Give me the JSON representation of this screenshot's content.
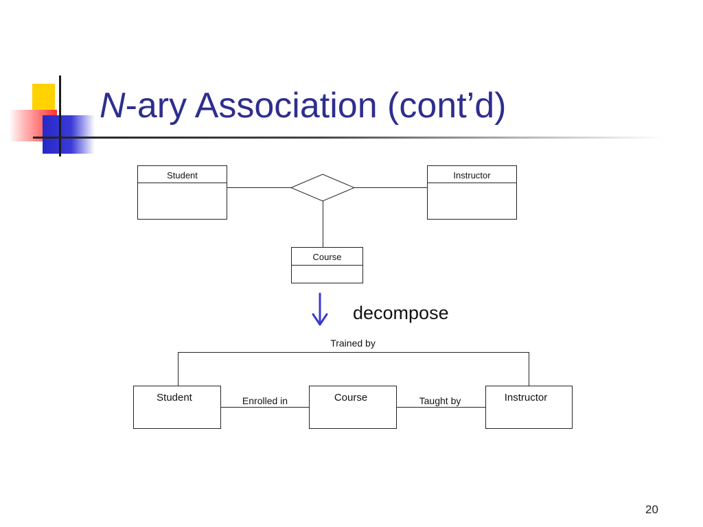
{
  "slide": {
    "title_italic": "N",
    "title_rest": "-ary Association (cont’d)",
    "page_number": "20"
  },
  "top_diagram": {
    "classes": {
      "student": "Student",
      "instructor": "Instructor",
      "course": "Course"
    }
  },
  "decompose_label": "decompose",
  "bottom_diagram": {
    "classes": {
      "student": "Student",
      "course": "Course",
      "instructor": "Instructor"
    },
    "associations": {
      "trained_by": "Trained by",
      "enrolled_in": "Enrolled in",
      "taught_by": "Taught by"
    }
  },
  "colors": {
    "title": "#2e2e8e",
    "arrow": "#3a3ad0",
    "accent_yellow": "#ffd200",
    "accent_red": "#ff3030",
    "accent_blue": "#2828c8"
  },
  "icons": [
    "down-arrow-icon"
  ]
}
